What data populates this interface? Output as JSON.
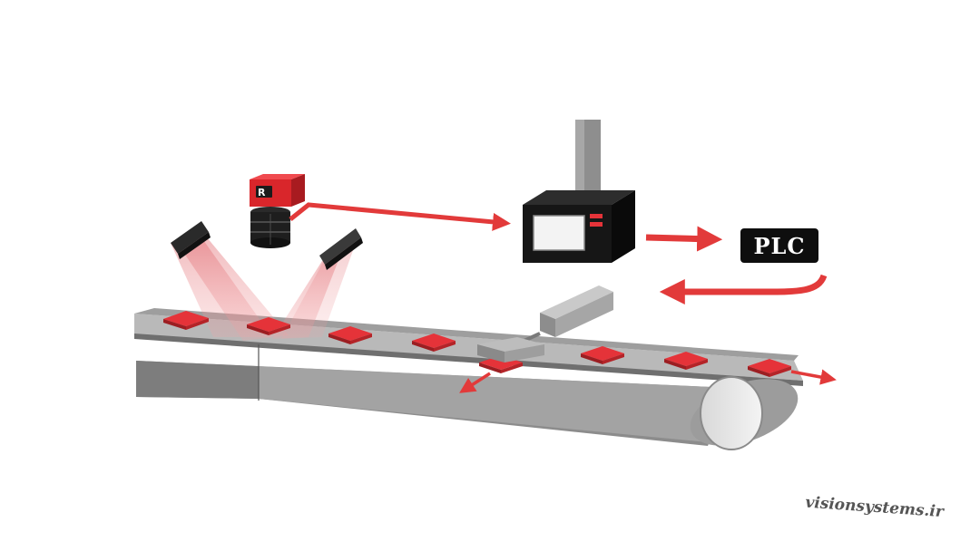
{
  "diagram": {
    "plc_label": "PLC",
    "camera_logo": "R",
    "watermark": "visionsystems.ir"
  },
  "colors": {
    "accent_red": "#e23a3a",
    "product_red": "#e53339",
    "controller_dark": "#1c1c1c",
    "belt_gray": "#9a9a9a",
    "background": "#ffffff"
  },
  "icons": {
    "camera": "industrial-camera-icon",
    "lights": "bar-light-icon",
    "controller": "vision-controller-icon",
    "plc": "plc-icon",
    "rejector": "pneumatic-rejector-icon"
  }
}
